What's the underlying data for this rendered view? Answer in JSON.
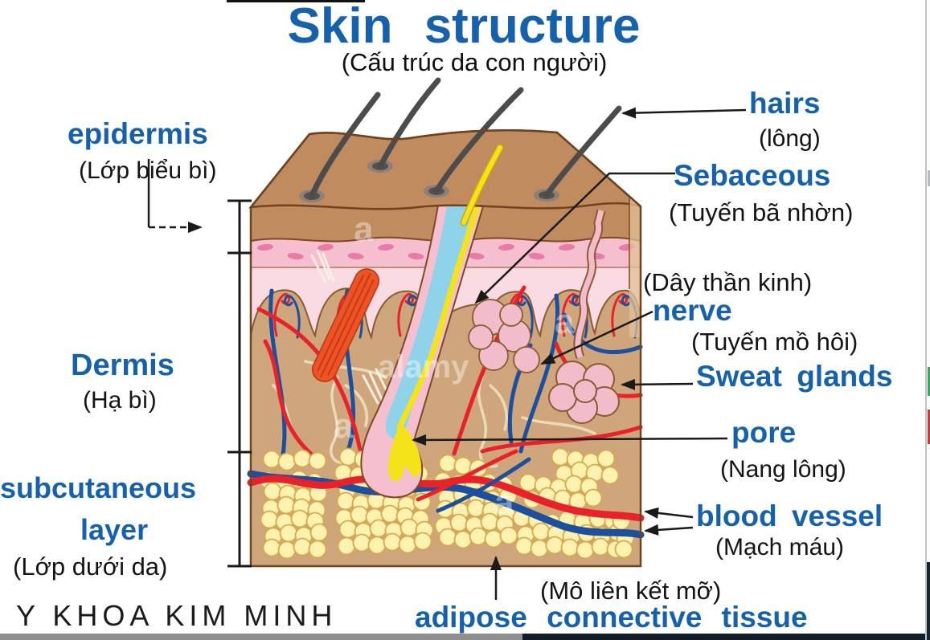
{
  "title": {
    "main": "Skin structure",
    "sub": "(Cấu trúc da con người)"
  },
  "left_labels": {
    "epidermis": {
      "name": "epidermis",
      "vi": "(Lớp biểu bì)"
    },
    "dermis": {
      "name": "Dermis",
      "vi": "(Hạ bì)"
    },
    "subcutaneous": {
      "line1": "subcutaneous",
      "line2": "layer",
      "vi": "(Lớp dưới da)"
    }
  },
  "right_labels": {
    "hairs": {
      "name": "hairs",
      "vi": "(lông)"
    },
    "sebaceous": {
      "name": "Sebaceous",
      "vi": "(Tuyến bã nhờn)"
    },
    "nerve": {
      "name": "nerve",
      "vi": "(Dây thần kinh)"
    },
    "sweat_glands": {
      "name": "Sweat glands",
      "vi": "(Tuyến mồ hôi)"
    },
    "pore": {
      "name": "pore",
      "vi": "(Nang lông)"
    },
    "blood_vessel": {
      "name": "blood vessel",
      "vi": "(Mạch máu)"
    },
    "adipose": {
      "name": "adipose connective tissue",
      "vi": "(Mô liên kết mỡ)"
    }
  },
  "footer": {
    "brand": "Y KHOA KIM MINH"
  },
  "watermark": {
    "letter": "a",
    "word": "alamy"
  },
  "colors": {
    "label_blue": "#1661ad",
    "skin_top_tan": "#c08b5e",
    "dermis_tan": "#cfa67c",
    "epidermis_pink": "#f6bfcf",
    "epidermis_light_pink": "#fadbe3",
    "epidermis_cell_pink": "#e87ba8",
    "fat_yellow": "#fdf2b0",
    "artery_red": "#e8222b",
    "vein_blue": "#1c4f9e",
    "hair_gray": "#4c4c4c",
    "follicle_blue": "#8fd3ea",
    "hair_shaft_yellow": "#f4e318",
    "muscle_orange": "#ef5226",
    "gland_pink": "#f3bccb"
  }
}
